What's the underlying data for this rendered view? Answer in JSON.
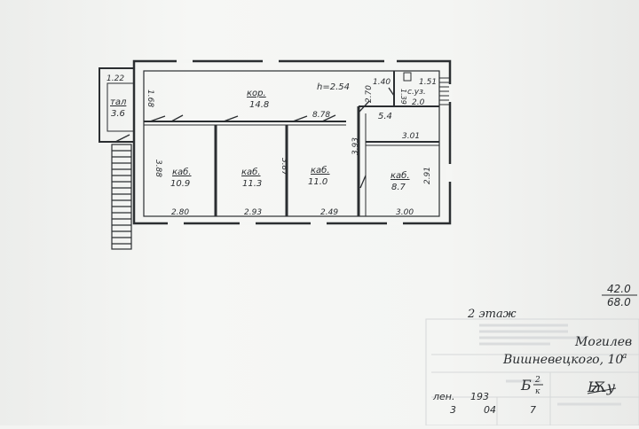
{
  "plan": {
    "rooms": [
      {
        "id": "corridor",
        "name": "кор.",
        "area": "14.8"
      },
      {
        "id": "stair",
        "name": "тал",
        "area": "3.6"
      },
      {
        "id": "wc",
        "name": "с.уз.",
        "area": "2.0"
      },
      {
        "id": "hall",
        "area": "5.4"
      },
      {
        "id": "office1",
        "name": "каб.",
        "area": "10.9"
      },
      {
        "id": "office2",
        "name": "каб.",
        "area": "11.3"
      },
      {
        "id": "office3",
        "name": "каб.",
        "area": "11.0"
      },
      {
        "id": "office4",
        "name": "каб.",
        "area": "8.7"
      }
    ],
    "height": "h=2.54",
    "dims": {
      "d1_22": "1.22",
      "d1_68": "1.68",
      "d1_40": "1.40",
      "d1_51": "1.51",
      "d1_39": "1.39",
      "d2_70": "2.70",
      "d8_78": "8.78",
      "d3_93": "3.93",
      "d3_01": "3.01",
      "d3_88": "3.88",
      "d3_87": "3.87",
      "d2_91": "2.91",
      "d2_80": "2.80",
      "d2_93": "2.93",
      "d2_49": "2.49",
      "d3_00": "3.00"
    }
  },
  "sheet": {
    "floor_label": "2 этаж",
    "total_top": "42.0",
    "total_bottom": "68.0",
    "city": "Могилев",
    "street": "Вишневецкого, 10",
    "street_sup": "а",
    "letter": "Б",
    "letter_sup": "2",
    "letter_sub": "к",
    "signature": "Ѭу",
    "len_label": "лен.",
    "len_num": "193",
    "n1": "3",
    "n2": "04",
    "n3": "7"
  }
}
